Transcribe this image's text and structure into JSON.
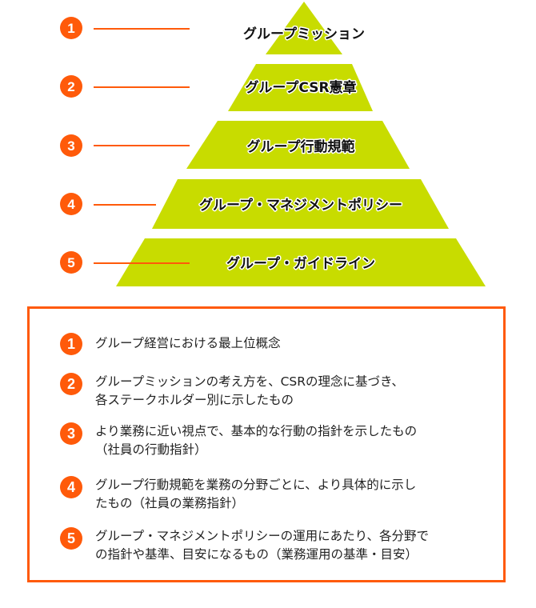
{
  "colors": {
    "accent": "#ff5a0a",
    "pyramid": "#c8dc00"
  },
  "pyramid": [
    {
      "num": "1",
      "label": "グループミッション"
    },
    {
      "num": "2",
      "label": "グループCSR憲章"
    },
    {
      "num": "3",
      "label": "グループ行動規範"
    },
    {
      "num": "4",
      "label": "グループ・マネジメントポリシー"
    },
    {
      "num": "5",
      "label": "グループ・ガイドライン"
    }
  ],
  "descriptions": [
    {
      "num": "1",
      "text": "グループ経営における最上位概念"
    },
    {
      "num": "2",
      "text": "グループミッションの考え方を、CSRの理念に基づき、\n各ステークホルダー別に示したもの"
    },
    {
      "num": "3",
      "text": "より業務に近い視点で、基本的な行動の指針を示したもの\n（社員の行動指針）"
    },
    {
      "num": "4",
      "text": "グループ行動規範を業務の分野ごとに、より具体的に示し\nたもの（社員の業務指針）"
    },
    {
      "num": "5",
      "text": "グループ・マネジメントポリシーの運用にあたり、各分野で\nの指針や基準、目安になるもの（業務運用の基準・目安）"
    }
  ]
}
